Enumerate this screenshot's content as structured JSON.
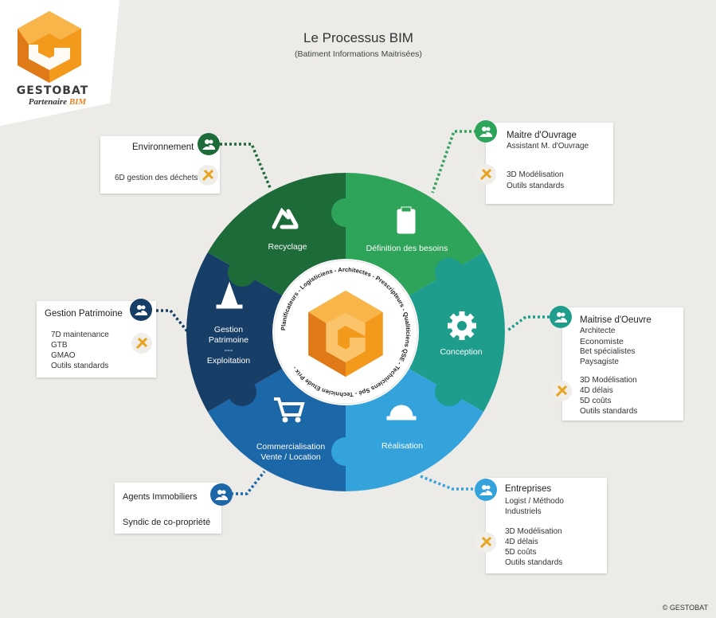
{
  "brand": {
    "name": "GESTOBAT",
    "partner_prefix": "Partenaire",
    "partner_accent": "BIM",
    "logo_colors": [
      "#f39a1d",
      "#e2791a",
      "#c95f12"
    ]
  },
  "header": {
    "title": "Le Processus BIM",
    "subtitle": "(Batiment Informations Maitrisées)"
  },
  "segments": [
    {
      "label": "Recyclage",
      "icon": "recycle-icon",
      "color": "#1e6b3a"
    },
    {
      "label": "Définition des besoins",
      "icon": "clipboard-icon",
      "color": "#2ea35a"
    },
    {
      "label": "Conception",
      "icon": "gear-icon",
      "color": "#1f9d8c"
    },
    {
      "label": "Réalisation",
      "icon": "hardhat-icon",
      "color": "#34a3dc"
    },
    {
      "label": "Commercialisation\nVente / Location",
      "icon": "cart-icon",
      "color": "#1b67a8"
    },
    {
      "label": "Gestion\nPatrimoine\n---\nExploitation",
      "icon": "cone-icon",
      "color": "#173e66"
    }
  ],
  "center_ring_text": "Planificateurs - Logisticiens - Architectes - Prescripteurs - Qualiticiens QSE - Techniciens Spé - Technicien Etude Prix -",
  "cards": {
    "environnement": {
      "title": "Environnement",
      "tool_lines": [
        "6D gestion des déchets"
      ]
    },
    "maitre_ouvrage": {
      "title": "Maitre d'Ouvrage",
      "sub": [
        "Assistant M. d'Ouvrage"
      ],
      "tool_lines": [
        "3D Modélisation",
        "Outils standards"
      ]
    },
    "gestion_patrimoine": {
      "title": "Gestion Patrimoine",
      "tool_lines": [
        "7D maintenance",
        "GTB",
        "GMAO",
        "Outils standards"
      ]
    },
    "maitrise_oeuvre": {
      "title": "Maitrise d'Oeuvre",
      "sub": [
        "Architecte",
        "Economiste",
        "Bet spécialistes",
        "Paysagiste"
      ],
      "tool_lines": [
        "3D Modélisation",
        "4D délais",
        "5D coûts",
        "Outils standards"
      ]
    },
    "agents": {
      "title": "Agents Immobiliers",
      "sub": [
        "Syndic de co-propriété"
      ]
    },
    "entreprises": {
      "title": "Entreprises",
      "sub": [
        "Logist / Méthodo",
        "Industriels"
      ],
      "tool_lines": [
        "3D Modélisation",
        "4D délais",
        "5D coûts",
        "Outils standards"
      ]
    }
  },
  "footer": {
    "copyright": "© GESTOBAT"
  }
}
